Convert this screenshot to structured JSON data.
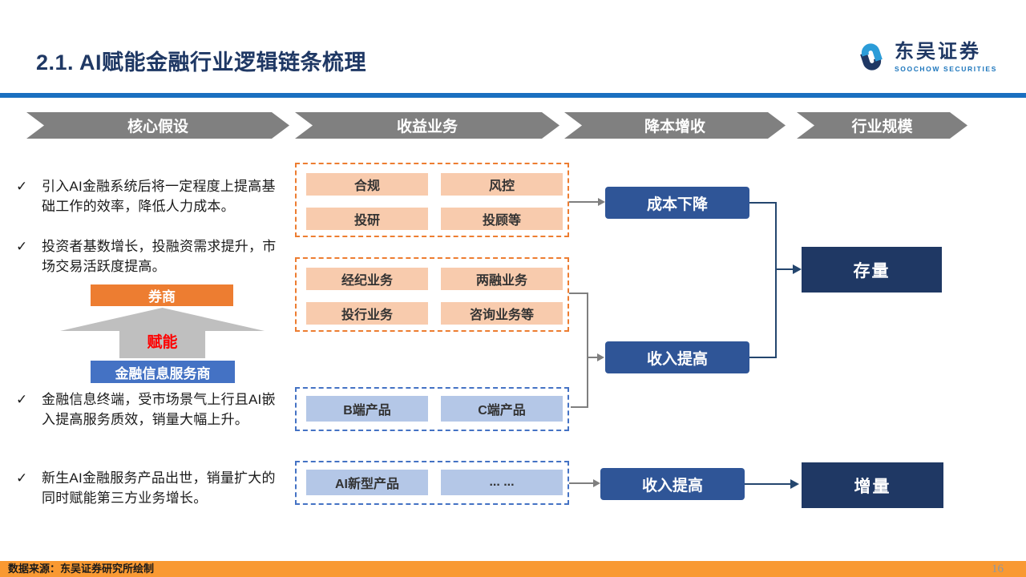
{
  "header": {
    "title": "2.1. AI赋能金融行业逻辑链条梳理",
    "brand": {
      "name": "东吴证券",
      "subtitle": "SOOCHOW SECURITIES"
    }
  },
  "banners": [
    {
      "label": "核心假设"
    },
    {
      "label": "收益业务"
    },
    {
      "label": "降本增收"
    },
    {
      "label": "行业规模"
    }
  ],
  "assumptions": [
    {
      "marker": "✓",
      "text": "引入AI金融系统后将一定程度上提高基础工作的效率，降低人力成本。"
    },
    {
      "marker": "✓",
      "text": "投资者基数增长，投融资需求提升，市场交易活跃度提高。"
    },
    {
      "marker": "✓",
      "text": "金融信息终端，受市场景气上行且AI嵌入提高服务质效，销量大幅上升。"
    },
    {
      "marker": "✓",
      "text": "新生AI金融服务产品出世，销量扩大的同时赋能第三方业务增长。"
    }
  ],
  "empowerment": {
    "top": "券商",
    "arrow": "赋能",
    "bottom": "金融信息服务商"
  },
  "groups": [
    {
      "items": [
        "合规",
        "风控",
        "投研",
        "投顾等"
      ]
    },
    {
      "items": [
        "经纪业务",
        "两融业务",
        "投行业务",
        "咨询业务等"
      ]
    },
    {
      "items": [
        "B端产品",
        "C端产品"
      ]
    },
    {
      "items": [
        "AI新型产品",
        "... ..."
      ]
    }
  ],
  "outcomes": {
    "cost_down": "成本下降",
    "revenue_up_mid": "收入提高",
    "stock": "存量",
    "revenue_up_bottom": "收入提高",
    "increment": "增量"
  },
  "footer": {
    "source": "数据来源：东吴证券研究所绘制",
    "page": "16"
  },
  "colors": {
    "title_navy": "#1F3864",
    "rule_blue": "#1A6FC0",
    "banner_gray": "#808080",
    "peach_fill": "#F8CBAD",
    "orange_accent": "#ED7D31",
    "light_blue_fill": "#B4C7E7",
    "blue_accent": "#4472C4",
    "mid_blue": "#2F5597",
    "dark_navy": "#1F3864",
    "footer_orange": "#F99932",
    "empower_red": "#FF0000",
    "logo_light_blue": "#2B9CD8"
  }
}
